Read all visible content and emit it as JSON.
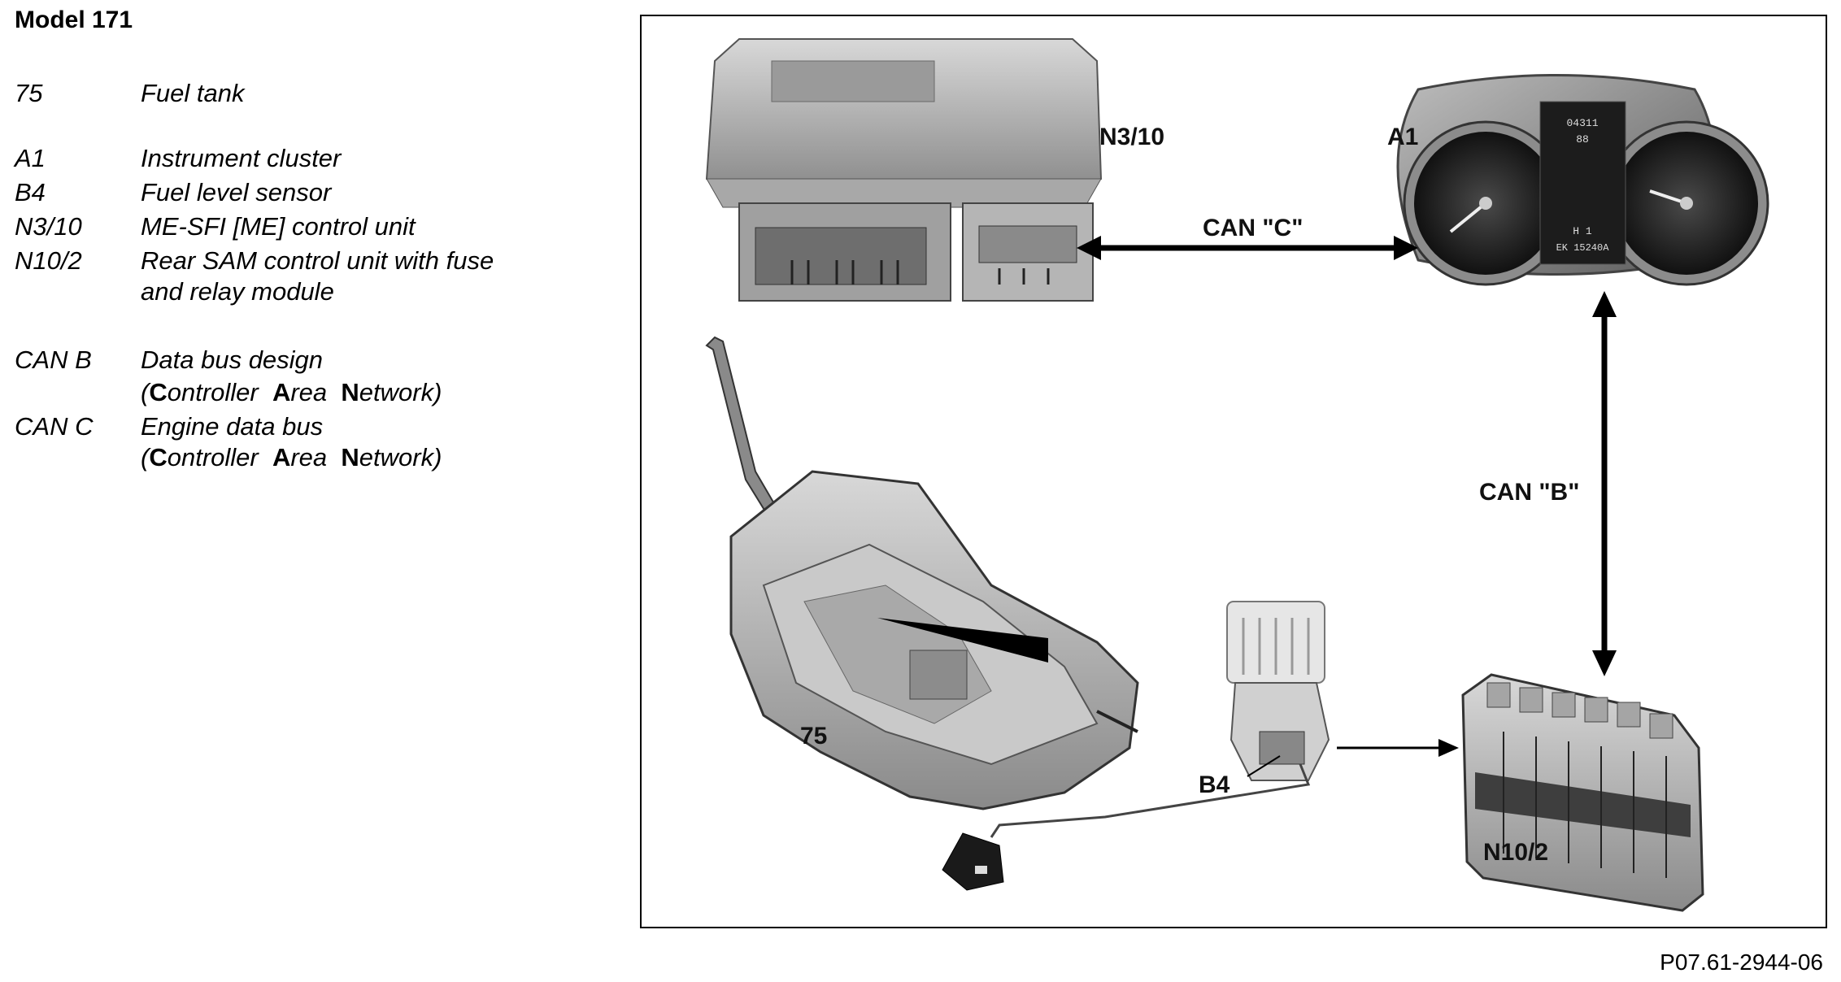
{
  "title": "Model 171",
  "legend": [
    {
      "code": "75",
      "desc": "Fuel tank"
    },
    {
      "code": "A1",
      "desc": "Instrument cluster"
    },
    {
      "code": "B4",
      "desc": "Fuel level sensor"
    },
    {
      "code": "N3/10",
      "desc": "ME-SFI [ME] control unit"
    },
    {
      "code": "N10/2",
      "desc": "Rear SAM control unit with fuse",
      "desc2": "and relay module"
    },
    {
      "code": "CAN B",
      "desc": "Data bus design"
    },
    {
      "code": "CAN C",
      "desc": "Engine data bus"
    }
  ],
  "can_expansion": {
    "open": "(",
    "c": "C",
    "ontroller": "ontroller",
    "a": "A",
    "rea": "rea",
    "n": "N",
    "etwork": "etwork)"
  },
  "diagram": {
    "labels": {
      "n3_10": "N3/10",
      "a1": "A1",
      "can_c": "CAN \"C\"",
      "can_b": "CAN \"B\"",
      "tank": "75",
      "b4": "B4",
      "n10_2": "N10/2"
    },
    "cluster_display": [
      "04311",
      "88",
      "H 1",
      "EK 15240A"
    ]
  },
  "reference": "P07.61-2944-06"
}
